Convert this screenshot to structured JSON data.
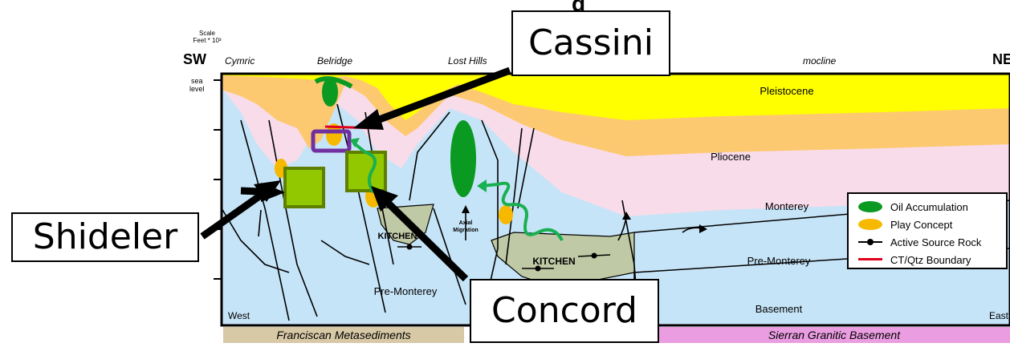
{
  "title_partial": "g",
  "scale": {
    "line1": "Scale",
    "line2": "Feet * 10³"
  },
  "direction": {
    "left": "SW",
    "right": "NE"
  },
  "locations": [
    "Cymric",
    "Belridge",
    "Lost Hills",
    "mocline"
  ],
  "sea_level": {
    "line1": "sea",
    "line2": "level"
  },
  "units": {
    "pleistocene": "Pleistocene",
    "pliocene": "Pliocene",
    "monterey": "Monterey",
    "pre_monterey_right": "Pre-Monterey",
    "pre_monterey_left": "Pre-Monterey",
    "basement": "Basement",
    "kitchen_left": "KITCHEN",
    "kitchen_right": "KITCHEN",
    "axial_line1": "Axial",
    "axial_line2": "Migration",
    "west": "West",
    "east": "East"
  },
  "bottom_bar": {
    "franciscan": "Franciscan Metasediments",
    "sierran": "Sierran Granitic Basement"
  },
  "callouts": {
    "cassini": "Cassini",
    "shideler": "Shideler",
    "concord": "Concord"
  },
  "legend": [
    {
      "label": "Oil Accumulation",
      "symbol": "oil-ellipse-icon"
    },
    {
      "label": "Play Concept",
      "symbol": "play-ellipse-icon"
    },
    {
      "label": "Active Source Rock",
      "symbol": "source-rock-line-icon"
    },
    {
      "label": "CT/Qtz Boundary",
      "symbol": "red-line-icon"
    }
  ],
  "colors": {
    "pleistocene": "#ffff00",
    "pliocene_orange": "#fdc970",
    "pink": "#f8dcea",
    "blue": "#c6e4f7",
    "kitchen": "#bfc9a5",
    "oil": "#0a9a22",
    "play": "#f6b900",
    "boundary": "#e0001b",
    "purple": "#7030a0",
    "lime": "#92c800",
    "migration": "#18b050"
  }
}
